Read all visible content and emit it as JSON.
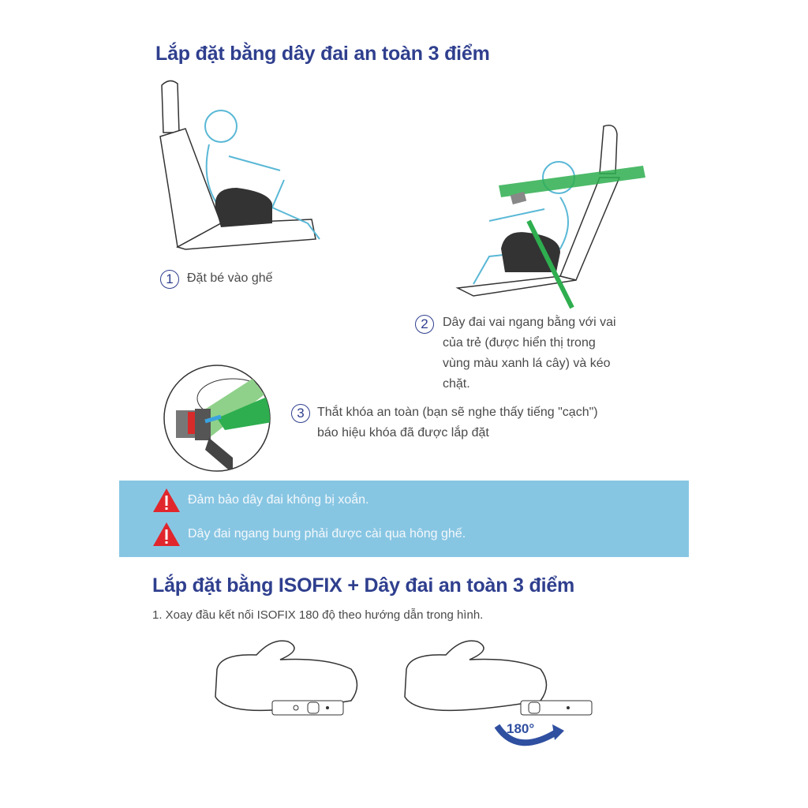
{
  "section1": {
    "title": "Lắp đặt bằng dây đai an toàn 3 điểm",
    "steps": [
      {
        "num": "1",
        "lines": [
          "Đặt bé vào ghế"
        ]
      },
      {
        "num": "2",
        "lines": [
          "Dây đai vai ngang bằng với vai",
          "của trẻ (được hiển thị trong",
          "vùng màu xanh lá cây) và kéo",
          "chặt."
        ]
      },
      {
        "num": "3",
        "lines": [
          "Thắt khóa an toàn (bạn sẽ nghe thấy tiếng \"cạch\")",
          "báo hiệu khóa đã được lắp đặt"
        ]
      }
    ]
  },
  "warnings": {
    "icon": "warning-triangle-icon",
    "color": "#e0262c",
    "band_color": "#87c6e3",
    "items": [
      "Đảm bảo dây đai không bị xoắn.",
      "Dây đai ngang bung phải được cài qua hông ghế."
    ]
  },
  "section2": {
    "title": "Lắp đặt bằng ISOFIX + Dây đai an toàn 3 điểm",
    "step1": "1. Xoay đầu kết nối ISOFIX 180 độ theo hướng dẫn trong hình.",
    "rotation_label": "180°"
  },
  "colors": {
    "title": "#2f3f8e",
    "belt_green": "#2eae4f",
    "child_outline": "#5ab8d6"
  }
}
